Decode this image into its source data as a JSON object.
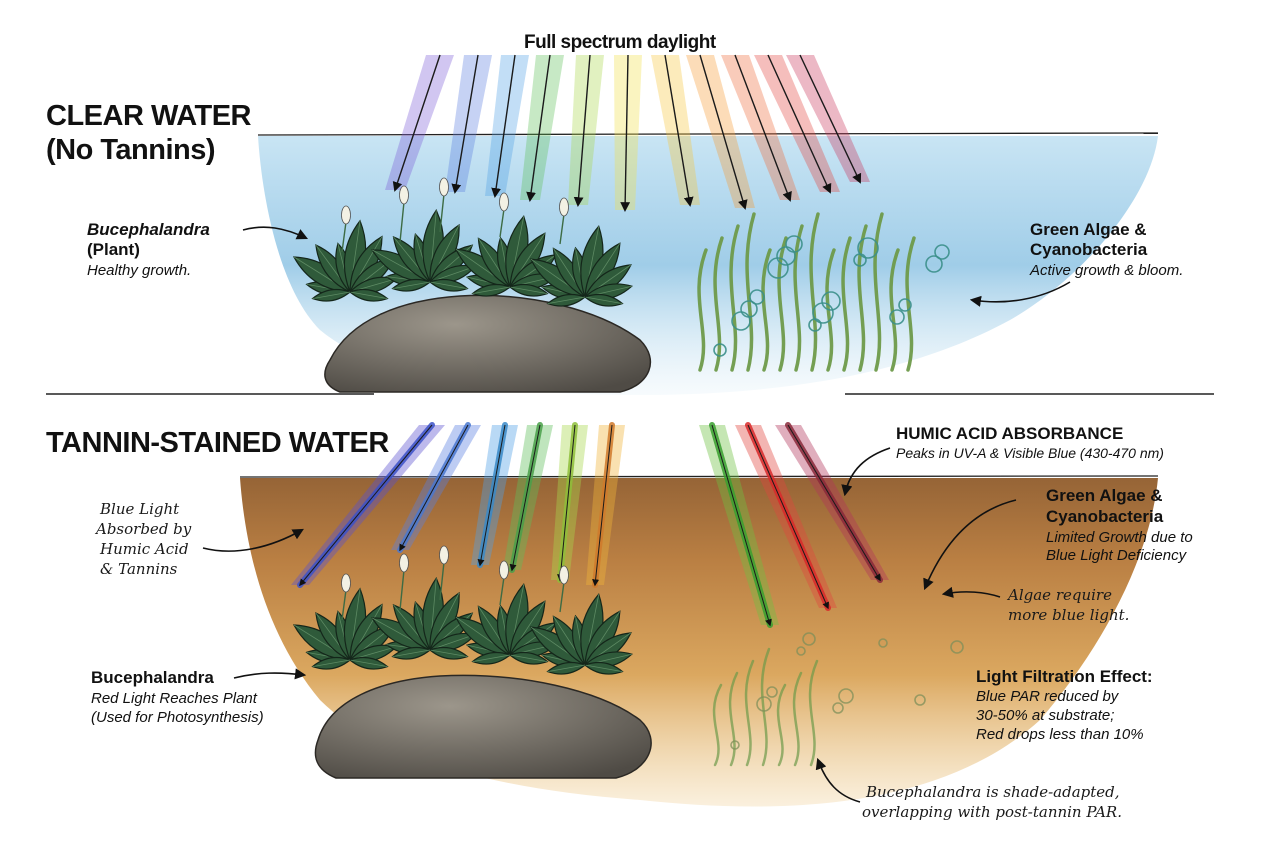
{
  "title": "Full spectrum daylight",
  "clear_section": {
    "heading_line1": "CLEAR WATER",
    "heading_line2": "(No Tannins)",
    "plant_label_name": "Bucephalandra",
    "plant_label_suffix": "(Plant)",
    "plant_note": "Healthy growth.",
    "algae_label_line1": "Green Algae &",
    "algae_label_line2": "Cyanobacteria",
    "algae_note": "Active growth & bloom."
  },
  "tannin_section": {
    "heading": "TANNIN-STAINED WATER",
    "humic_title": "HUMIC ACID ABSORBANCE",
    "humic_note": "Peaks in UV-A & Visible Blue (430-470 nm)",
    "algae_label_line1": "Green Algae &",
    "algae_label_line2": "Cyanobacteria",
    "algae_note_line1": "Limited Growth due to",
    "algae_note_line2": "Blue Light Deficiency",
    "blue_absorbed_lines": [
      "Blue Light",
      "Absorbed by",
      "Humic Acid",
      "& Tannins"
    ],
    "algae_need_lines": [
      "Algae require",
      "more blue light."
    ],
    "plant_label": "Bucephalandra",
    "plant_note_line1": "Red Light Reaches Plant",
    "plant_note_line2": "(Used for Photosynthesis)",
    "filtration_title": "Light Filtration Effect:",
    "filtration_lines": [
      "Blue PAR reduced by",
      "30-50% at substrate;",
      "Red drops less than 10%"
    ],
    "shade_note_lines": [
      "Bucephalandra is shade-adapted,",
      "overlapping with post-tannin PAR."
    ]
  },
  "colors": {
    "clear_water": "#8fc4e4",
    "tannin_water": "#c9893e",
    "tannin_dark": "#8a5320",
    "leaf": "#2f5a3a",
    "rock": "#6f6a62",
    "algae": "#6e9a4a",
    "cyano": "#3b8f8a"
  }
}
